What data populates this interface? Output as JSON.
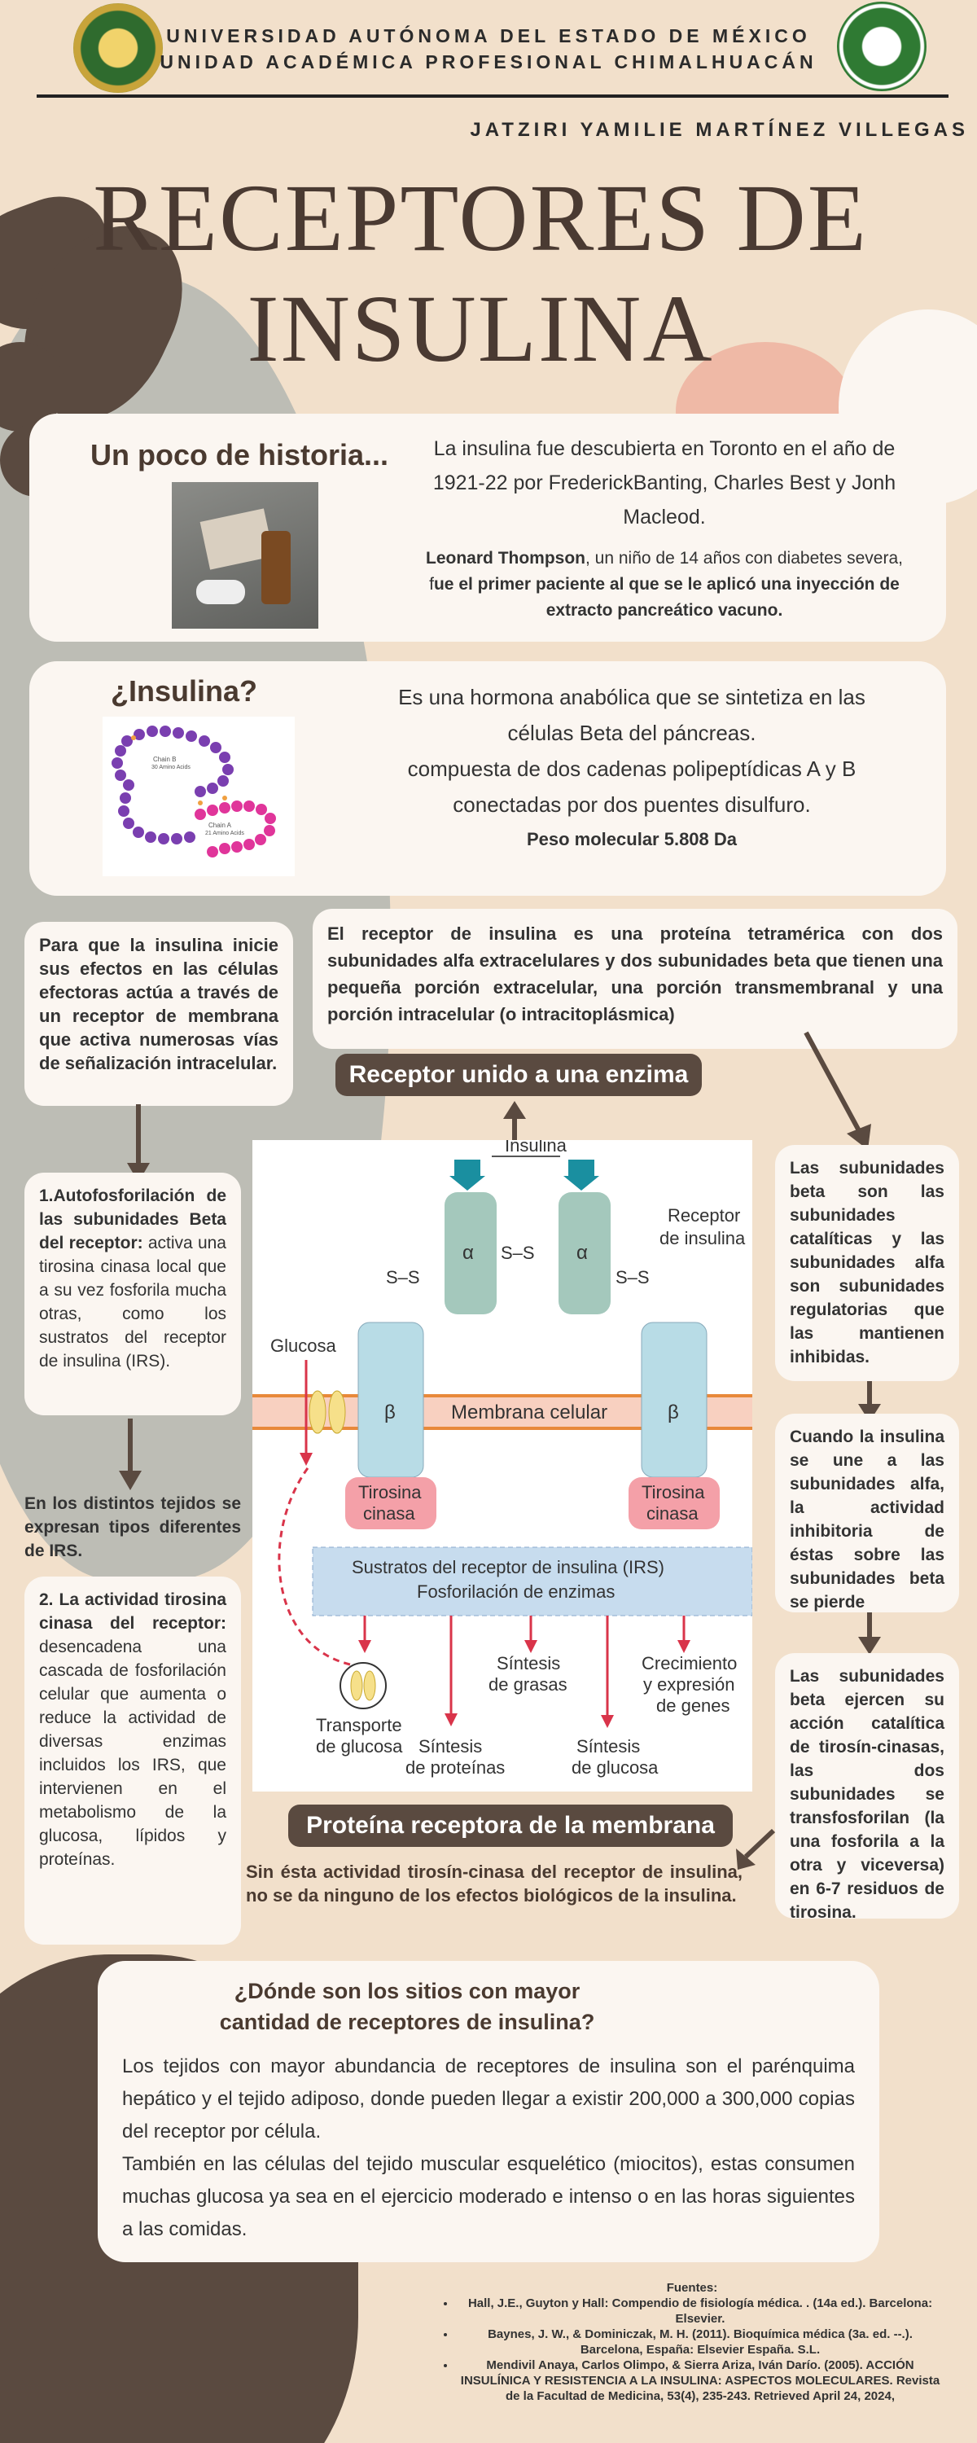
{
  "header": {
    "university_line1": "UNIVERSIDAD AUTÓNOMA DEL ESTADO DE MÉXICO",
    "university_line2": "UNIDAD ACADÉMICA PROFESIONAL CHIMALHUACÁN",
    "author": "JATZIRI YAMILIE MARTÍNEZ VILLEGAS"
  },
  "title": {
    "line1": "RECEPTORES DE",
    "line2": "INSULINA"
  },
  "history": {
    "heading": "Un poco de historia...",
    "text1": "La insulina fue descubierta en Toronto en el año de 1921-22 por FrederickBanting, Charles Best y Jonh Macleod.",
    "name": "Leonard Thompson",
    "text2a": ", un niño de 14 años con diabetes severa, f",
    "text2b": "ue el primer paciente al que se le aplicó una inyección de extracto pancreático vacuno."
  },
  "insulin": {
    "heading": "¿Insulina?",
    "text1": "Es una hormona anabólica que se sintetiza en las células Beta del páncreas.",
    "text2": "compuesta de dos cadenas polipeptídicas A y B conectadas por dos puentes disulfuro.",
    "weight": "Peso molecular 5.808 Da",
    "chain_b_label": "Chain B",
    "chain_b_sub": "30 Amino Acids",
    "chain_a_label": "Chain A",
    "chain_a_sub": "21 Amino Acids"
  },
  "notes": {
    "intro_left": "Para que la insulina inicie sus efectos en las células efectoras actúa a través de un receptor de membrana que activa numerosas vías de señalización intracelular.",
    "receptor_desc": "El receptor de insulina es una proteína tetramérica con dos subunidades alfa extracelulares y dos subunidades beta que tienen una pequeña porción extracelular, una porción transmembranal y una porción intracelular (o intracitoplásmica)",
    "step1_num": "1.",
    "step1_bold": "Autofosforilación de las subunidades Beta del receptor:",
    "step1_text": " activa una tirosina cinasa local que a su vez fosforila mucha otras, como los sustratos del receptor de insulina (IRS).",
    "irs_note": "En los distintos tejidos se expresan tipos diferentes de IRS.",
    "step2_bold": "2. La actividad tirosina cinasa del receptor:",
    "step2_text": " desencadena una cascada de fosforilación celular que aumenta o reduce la actividad de diversas enzimas incluidos los IRS, que intervienen en el metabolismo de la glucosa, lípidos y proteínas.",
    "right1": "Las subunidades beta son las subunidades catalíticas y las subunidades alfa son subunidades regulatorias que las mantienen inhibidas.",
    "right2": "Cuando la insulina se une a las subunidades alfa, la actividad inhibitoria de éstas sobre las subunidades beta se pierde",
    "right3": "Las subunidades beta ejercen su acción catalítica de tirosín-cinasas, las dos subunidades se transfosforilan (la una fosforila a la otra y viceversa) en 6-7 residuos de tirosina.",
    "bottom": "Sin ésta actividad tirosín-cinasa del receptor de insulina, no se da ninguno de los efectos biológicos de la insulina."
  },
  "pills": {
    "top": "Receptor unido a una enzima",
    "bottom": "Proteína receptora de la membrana"
  },
  "figure": {
    "insulina": "Insulina",
    "receptor": "Receptor",
    "receptor2": "de insulina",
    "alpha": "α",
    "beta": "β",
    "ss": "S–S",
    "glucosa": "Glucosa",
    "membrana": "Membrana celular",
    "tirosina": "Tirosina",
    "cinasa": "cinasa",
    "irs1": "Sustratos del receptor de insulina (IRS)",
    "irs2": "Fosforilación de enzimas",
    "grasas1": "Síntesis",
    "grasas2": "de grasas",
    "crec1": "Crecimiento",
    "crec2": "y expresión",
    "crec3": "de genes",
    "transp1": "Transporte",
    "transp2": "de glucosa",
    "prot1": "Síntesis",
    "prot2": "de proteínas",
    "gluc1": "Síntesis",
    "gluc2": "de glucosa"
  },
  "sites": {
    "heading1": "¿Dónde son los sitios con mayor",
    "heading2": "cantidad de receptores de insulina?",
    "p1": " Los tejidos con mayor abundancia de receptores de insulina son el parénquima hepático y el tejido adiposo, donde pueden llegar a existir 200,000 a 300,000 copias del receptor por célula.",
    "p2": "También en las células del tejido muscular esquelético (miocitos), estas consumen muchas glucosa ya sea en el ejercicio moderado e intenso o en las horas siguientes a las comidas."
  },
  "sources": {
    "heading": "Fuentes:",
    "items": [
      "Hall, J.E., Guyton y Hall: Compendio de fisiología médica. . (14a ed.). Barcelona: Elsevier.",
      "Baynes, J. W., & Dominiczak, M. H. (2011). Bioquímica médica (3a. ed. --.). Barcelona, España: Elsevier España. S.L.",
      "Mendivil Anaya, Carlos Olimpo, & Sierra Ariza, Iván Darío. (2005). ACCIÓN INSULÍNICA Y RESISTENCIA A LA INSULINA: ASPECTOS MOLECULARES. Revista de la Facultad de Medicina, 53(4), 235-243. Retrieved April 24, 2024,"
    ]
  },
  "colors": {
    "background": "#f2e0cb",
    "card": "#fbf6f1",
    "brown": "#5a4a40",
    "gray_blob": "#b7b9b3",
    "pink_blob": "#efb9a6"
  }
}
